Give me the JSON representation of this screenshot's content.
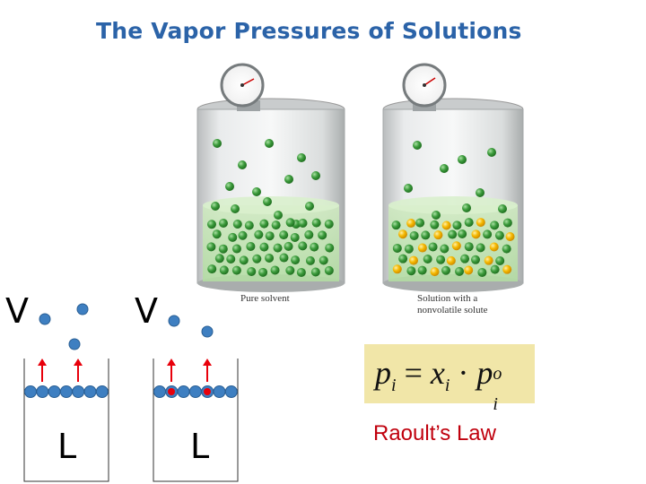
{
  "title": "The Vapor Pressures of Solutions",
  "captions": {
    "left": "Pure solvent",
    "right_line1": "Solution with a",
    "right_line2": "nonvolatile solute"
  },
  "diagrams": {
    "vapor_label": "V",
    "liquid_label": "L"
  },
  "formula": {
    "p": "p",
    "sub_i": "i",
    "equals": "=",
    "x": "x",
    "dot": "·",
    "superscript_o": "o"
  },
  "law": "Raoult’s Law",
  "colors": {
    "title": "#2b63a8",
    "solvent": "#3e7fc1",
    "solute": "#e8000b",
    "arrow": "#e8000b",
    "formula_bg": "#f1e6a8",
    "law_text": "#c0000d",
    "green_particle": "#3a9a3a",
    "yellow_particle": "#f2b200"
  }
}
